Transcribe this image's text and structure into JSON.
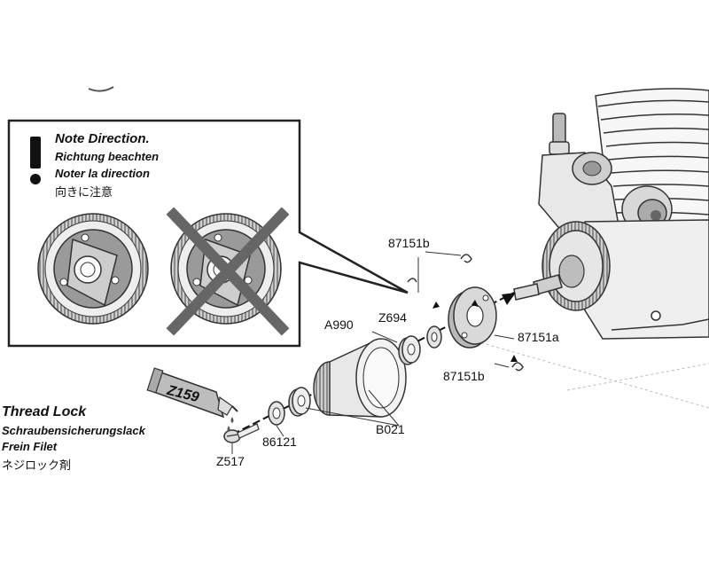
{
  "note": {
    "title": "Note Direction.",
    "german": "Richtung beachten",
    "french": "Noter la direction",
    "japanese": "向きに注意"
  },
  "thread_lock": {
    "title": "Thread Lock",
    "german": "Schraubensicherungslack",
    "french": "Frein Filet",
    "japanese": "ネジロック剤",
    "tube_code": "Z159"
  },
  "parts": {
    "p87151b_top": "87151b",
    "pZ694": "Z694",
    "pA990": "A990",
    "p87151a": "87151a",
    "p87151b_bottom": "87151b",
    "pB021": "B021",
    "p86121": "86121",
    "pZ517": "Z517"
  }
}
